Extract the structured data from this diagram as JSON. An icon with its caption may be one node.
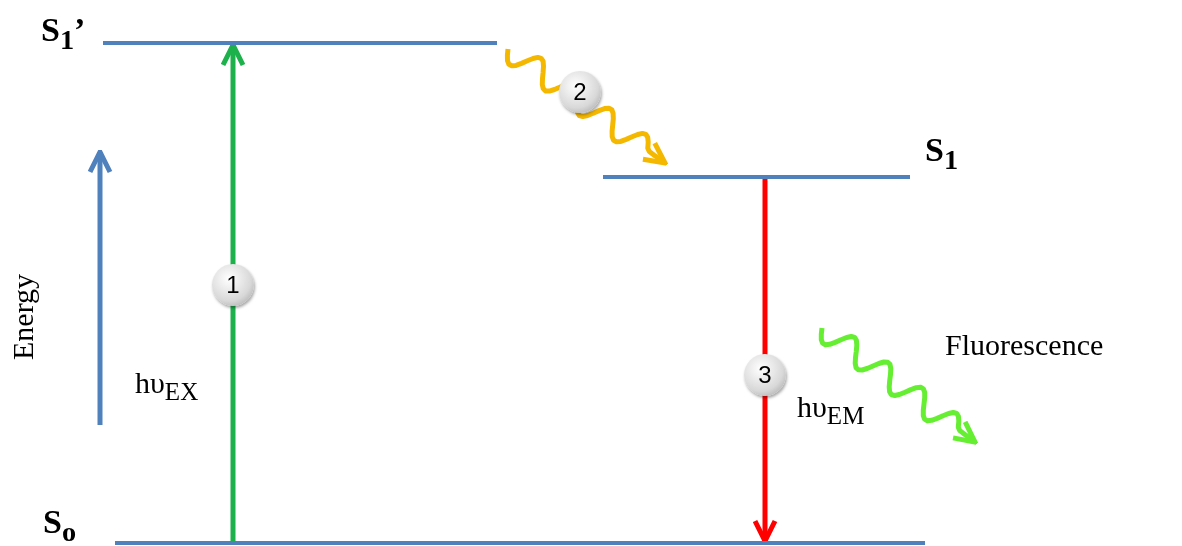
{
  "diagram": {
    "nodes": [
      {
        "text": [
          "S$_{1}$’"
        ]
      },
      {
        "text": [
          "S$_{1}$"
        ]
      },
      {
        "text": [
          "S$_{o}$"
        ]
      }
    ],
    "edges": [
      {
        "from": 2,
        "to": 0,
        "arrow": "to",
        "color": "#1db14c"
      },
      {
        "from": 0,
        "to": 1,
        "arrow": "to",
        "color": "#f5b800"
      },
      {
        "from": 1,
        "to": 2,
        "arrow": "to",
        "color": "#ff0000"
      }
    ],
    "labels": [
      "1",
      "2",
      "3",
      "Energy",
      "hυ$_{EX}$",
      "hυ$_{EM}$",
      "Fluorescence"
    ]
  }
}
